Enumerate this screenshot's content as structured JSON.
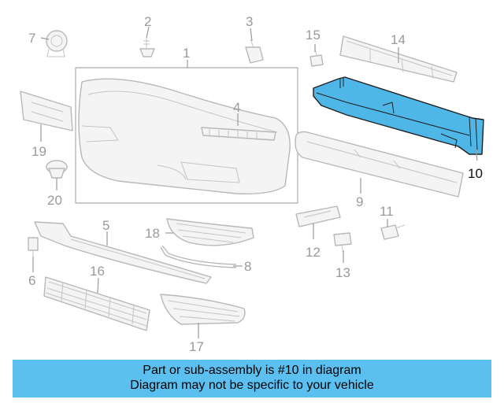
{
  "callouts": {
    "c1": "1",
    "c2": "2",
    "c3": "3",
    "c4": "4",
    "c5": "5",
    "c6": "6",
    "c7": "7",
    "c8": "8",
    "c9": "9",
    "c10": "10",
    "c11": "11",
    "c12": "12",
    "c13": "13",
    "c14": "14",
    "c15": "15",
    "c16": "16",
    "c17": "17",
    "c18": "18",
    "c19": "19",
    "c20": "20"
  },
  "highlighted_part": "10",
  "colors": {
    "highlight": "#4fb6e8",
    "banner": "#5bc0f0",
    "line": "#b8b8b8",
    "callout": "#9a9a9a"
  },
  "banner": {
    "line1": "Part or sub-assembly is #10 in diagram",
    "line2": "Diagram may not be specific to your vehicle"
  }
}
